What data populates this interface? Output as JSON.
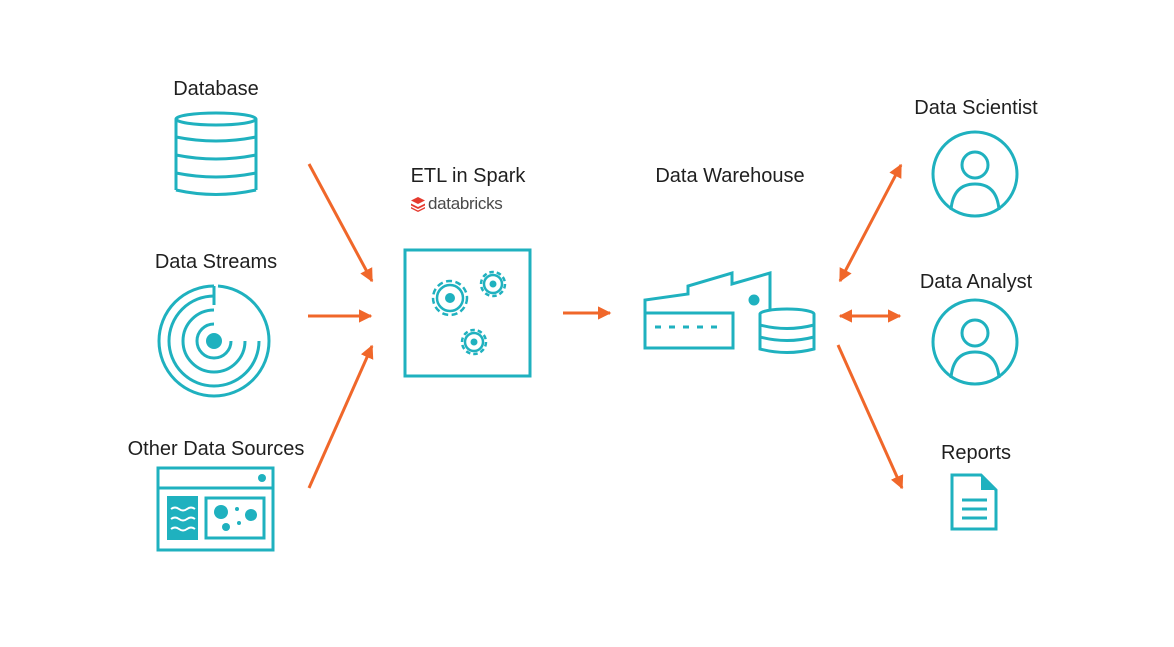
{
  "colors": {
    "teal": "#1fb1bf",
    "arrow": "#f0672a",
    "text": "#1f1f1f",
    "brand_red": "#e53a2e"
  },
  "sources": {
    "database": {
      "label": "Database",
      "icon": "database-icon"
    },
    "streams": {
      "label": "Data Streams",
      "icon": "radar-icon"
    },
    "other": {
      "label": "Other Data Sources",
      "icon": "dashboard-window-icon"
    }
  },
  "etl": {
    "label": "ETL in Spark",
    "brand": "databricks",
    "brand_icon": "databricks-logo-icon",
    "icon": "gears-icon"
  },
  "warehouse": {
    "label": "Data Warehouse",
    "icon": "factory-database-icon"
  },
  "consumers": {
    "scientist": {
      "label": "Data Scientist",
      "icon": "user-circle-icon"
    },
    "analyst": {
      "label": "Data Analyst",
      "icon": "user-circle-icon"
    },
    "reports": {
      "label": "Reports",
      "icon": "document-icon"
    }
  }
}
